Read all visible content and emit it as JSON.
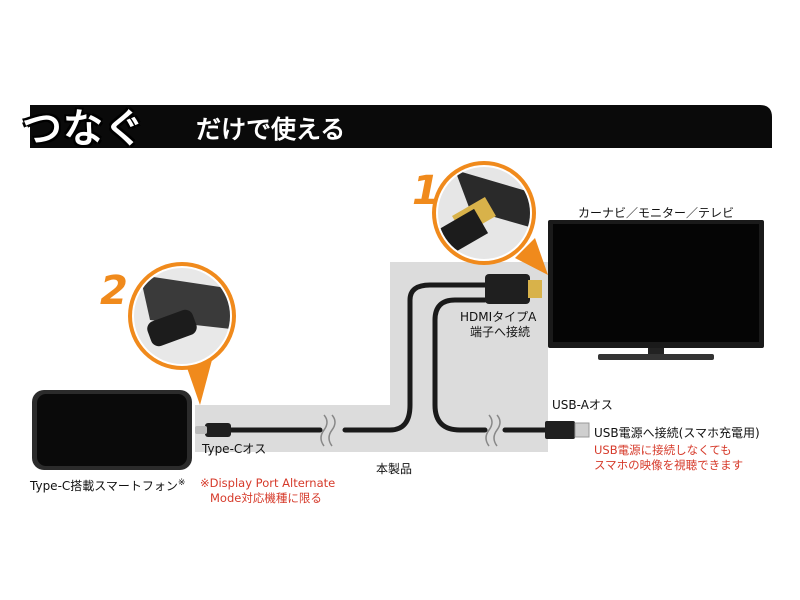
{
  "banner": {
    "title_main": "つなぐ",
    "title_sub": "だけで使える"
  },
  "labels": {
    "tv": "カーナビ／モニター／テレビ",
    "hdmi_line1": "HDMIタイプA",
    "hdmi_line2": "端子へ接続",
    "usb_a": "USB-Aオス",
    "usb_power": "USB電源へ接続(スマホ充電用)",
    "usb_note_line1": "USB電源に接続しなくても",
    "usb_note_line2": "スマホの映像を視聴できます",
    "type_c": "Type-Cオス",
    "product": "本製品",
    "phone": "Type-C搭載スマートフォン",
    "phone_mark": "※",
    "dp_note_line1": "※Display Port Alternate",
    "dp_note_line2": "Mode対応機種に限る"
  },
  "steps": {
    "one": "1",
    "two": "2"
  },
  "colors": {
    "banner_bg": "#0a0a0a",
    "accent_orange": "#f08a1c",
    "note_red": "#d63a2a",
    "product_gray": "#d9d9d9"
  }
}
